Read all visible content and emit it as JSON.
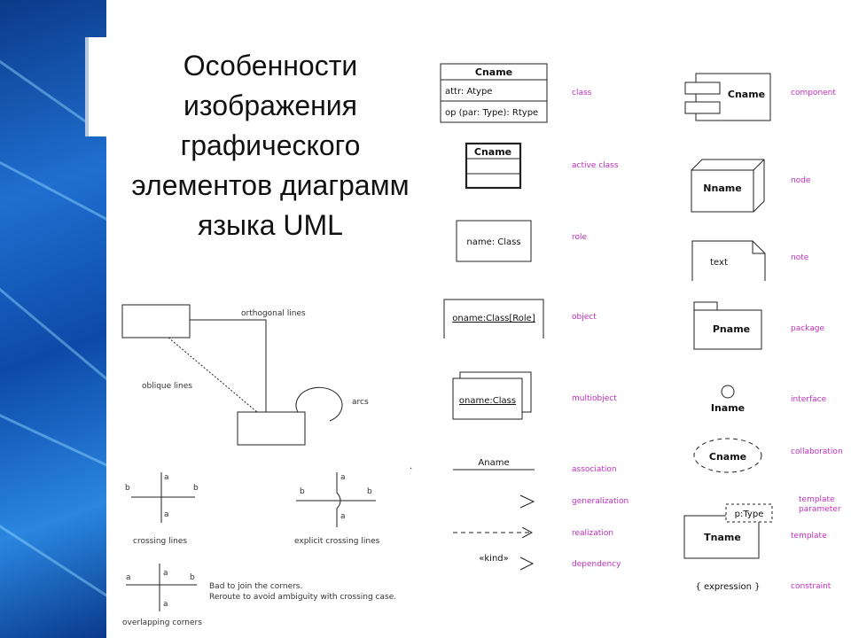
{
  "title_lines": [
    "Особенности",
    "изображения",
    "графического",
    "элементов диаграмм",
    "языка UML"
  ],
  "elements": {
    "class": {
      "name": "Cname",
      "attr": "attr: Atype",
      "op": "op (par: Type): Rtype",
      "label": "class"
    },
    "active_class": {
      "name": "Cname",
      "label": "active class"
    },
    "role": {
      "name": "name: Class",
      "label": "role"
    },
    "object": {
      "name": "oname:Class[Role]",
      "label": "object"
    },
    "multiobject": {
      "name": "oname:Class",
      "label": "multiobject"
    },
    "association": {
      "name": "Aname",
      "label": "association"
    },
    "generalization": {
      "label": "generalization"
    },
    "realization": {
      "label": "realization"
    },
    "dependency": {
      "name": "«kind»",
      "label": "dependency"
    },
    "component": {
      "name": "Cname",
      "label": "component"
    },
    "node": {
      "name": "Nname",
      "label": "node"
    },
    "note": {
      "name": "text",
      "label": "note"
    },
    "package": {
      "name": "Pname",
      "label": "package"
    },
    "interface": {
      "name": "Iname",
      "label": "interface"
    },
    "collaboration": {
      "name": "Cname",
      "label": "collaboration"
    },
    "template": {
      "name": "Tname",
      "param": "p:Type",
      "label": "template",
      "param_label_1": "template",
      "param_label_2": "parameter"
    },
    "constraint": {
      "name": "{ expression }",
      "label": "constraint"
    }
  },
  "lines": {
    "orthogonal": "orthogonal lines",
    "oblique": "oblique lines",
    "arcs": "arcs",
    "crossing": "crossing lines",
    "explicit_crossing": "explicit crossing lines",
    "overlapping": "overlapping corners",
    "note_1": "Bad to join the corners.",
    "note_2": "Reroute to avoid ambiguity with crossing case.",
    "a": "a",
    "b": "b"
  },
  "colors": {
    "label": "#c02fc0",
    "title": "#111111",
    "strip": "#1f6fd0"
  }
}
